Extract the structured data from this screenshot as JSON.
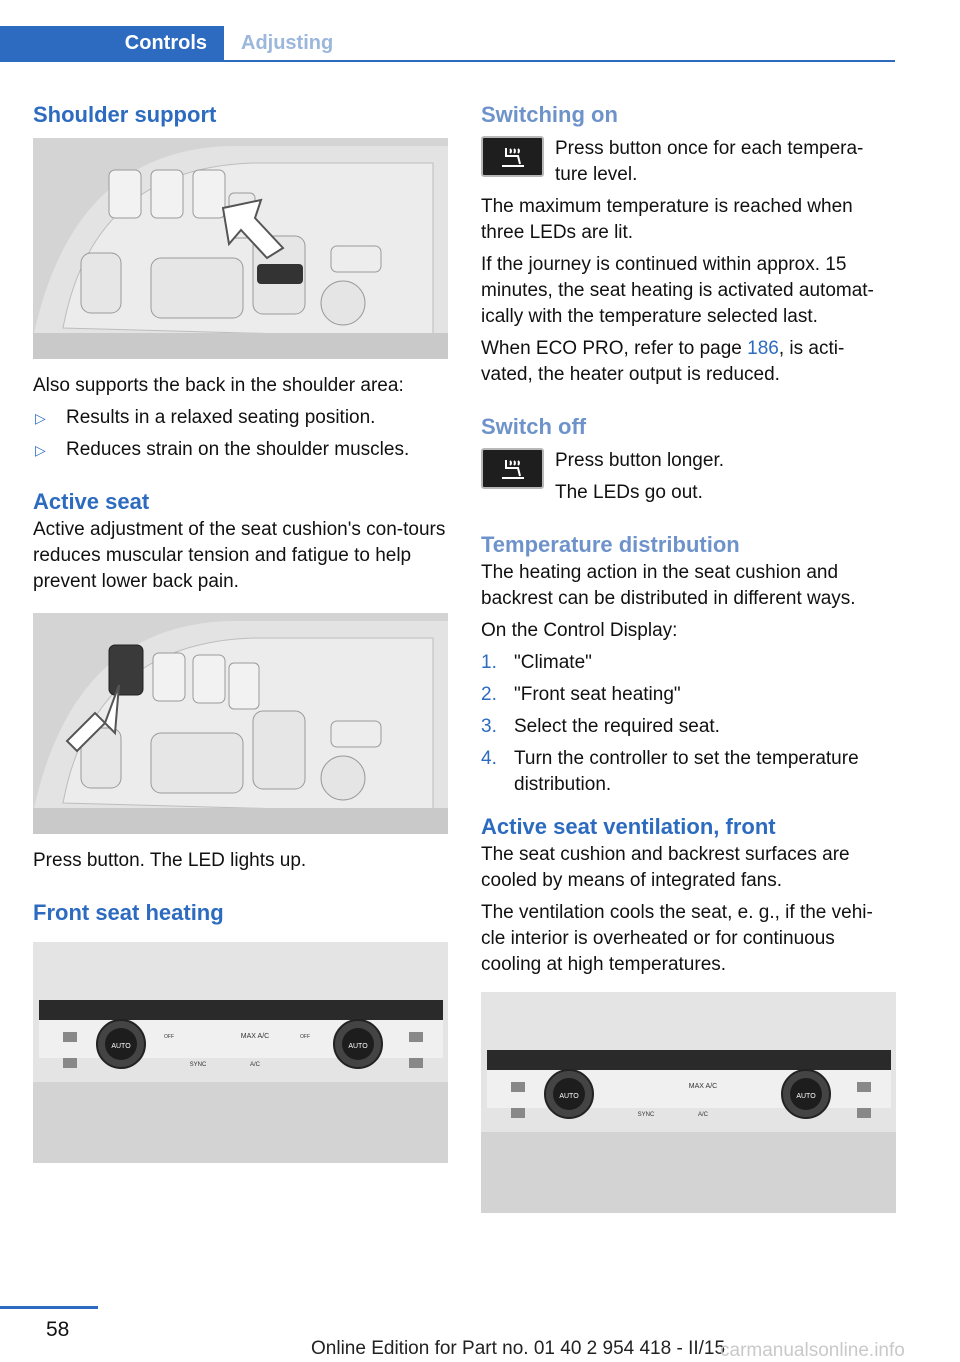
{
  "header": {
    "tab_active": "Controls",
    "tab_inactive": "Adjusting",
    "accent_color": "#2c6bbf"
  },
  "left": {
    "shoulder": {
      "title": "Shoulder support",
      "text": "Also supports the back in the shoulder area:",
      "bullets": [
        "Results in a relaxed seating position.",
        "Reduces strain on the shoulder muscles."
      ]
    },
    "active_seat": {
      "title": "Active seat",
      "text": "Active adjustment of the seat cushion's con-tours reduces muscular tension and fatigue to help prevent lower back pain.",
      "after_figure": "Press button. The LED lights up."
    },
    "front_heating": {
      "title": "Front seat heating"
    },
    "bullet_marker": "▷"
  },
  "right": {
    "switching_on": {
      "title": "Switching on",
      "icon_text": "Press button once for each tempera-ture level.",
      "p1": "The maximum temperature is reached when three LEDs are lit.",
      "p2": "If the journey is continued within approx. 15 minutes, the seat heating is activated automat-ically with the temperature selected last.",
      "p3_before": "When ECO PRO, refer to page ",
      "p3_link": "186",
      "p3_after": ", is acti-vated, the heater output is reduced."
    },
    "switch_off": {
      "title": "Switch off",
      "line1": "Press button longer.",
      "line2": "The LEDs go out."
    },
    "temp_dist": {
      "title": "Temperature distribution",
      "p1": "The heating action in the seat cushion and backrest can be distributed in different ways.",
      "p2": "On the Control Display:",
      "steps": [
        {
          "n": "1.",
          "text": "\"Climate\""
        },
        {
          "n": "2.",
          "text": "\"Front seat heating\""
        },
        {
          "n": "3.",
          "text": "Select the required seat."
        },
        {
          "n": "4.",
          "text": "Turn the controller to set the temperature distribution."
        }
      ]
    },
    "ventilation": {
      "title": "Active seat ventilation, front",
      "p1": "The seat cushion and backrest surfaces are cooled by means of integrated fans.",
      "p2": "The ventilation cools the seat, e. g., if the vehi-cle interior is overheated or for continuous cooling at high temperatures."
    }
  },
  "panel_labels": {
    "auto": "AUTO",
    "max_ac": "MAX A/C",
    "sync": "SYNC",
    "ac": "A/C",
    "off": "OFF"
  },
  "footer": {
    "page_number": "58",
    "edition": "Online Edition for Part no. 01 40 2 954 418 - II/15",
    "watermark": "carmanualsonline.info"
  }
}
